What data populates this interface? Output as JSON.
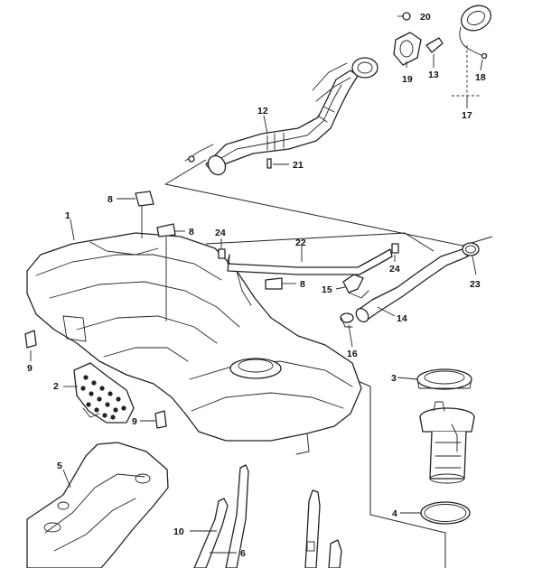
{
  "callouts": {
    "c1": "1",
    "c2": "2",
    "c3": "3",
    "c4": "4",
    "c5": "5",
    "c6": "6",
    "c8a": "8",
    "c8b": "8",
    "c8c": "8",
    "c9a": "9",
    "c9b": "9",
    "c10": "10",
    "c12": "12",
    "c13": "13",
    "c14": "14",
    "c15": "15",
    "c16": "16",
    "c17": "17",
    "c18": "18",
    "c19": "19",
    "c20": "20",
    "c21": "21",
    "c22": "22",
    "c23": "23",
    "c24a": "24",
    "c24b": "24"
  },
  "colors": {
    "line": "#222222",
    "background": "#ffffff"
  }
}
